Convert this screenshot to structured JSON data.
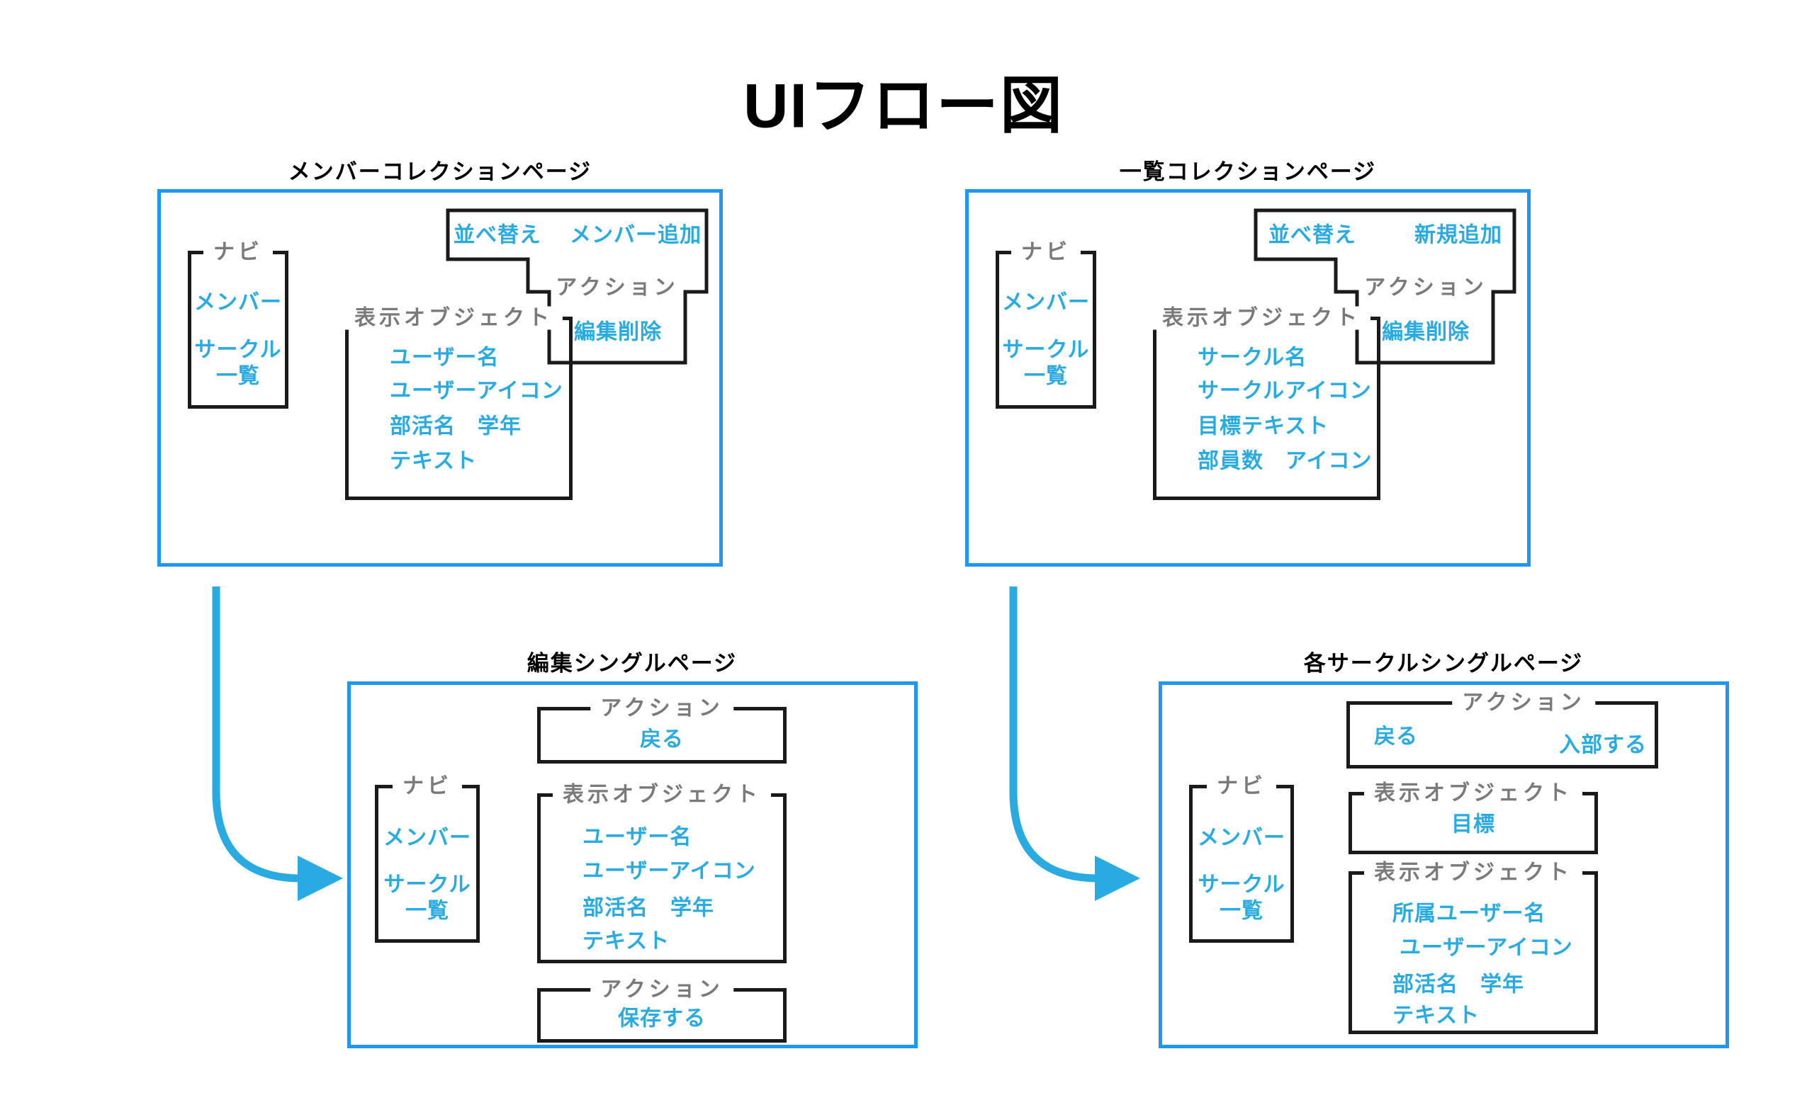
{
  "colors": {
    "panel_border": "#2196F3",
    "text_blue": "#29ABE2",
    "label_gray": "#7A7A7A",
    "line_black": "#1A1A1A"
  },
  "title": "UIフロー図",
  "panels": {
    "member_collection": {
      "caption": "メンバーコレクションページ",
      "nav": {
        "label": "ナビ",
        "items": [
          "メンバー",
          "サークル一覧"
        ]
      },
      "action": {
        "label": "アクション",
        "sort": "並べ替え",
        "add": "メンバー追加",
        "edit_delete": "編集削除"
      },
      "display": {
        "label": "表示オブジェクト",
        "items": [
          "ユーザー名",
          "ユーザーアイコン",
          "部活名　学年",
          "テキスト"
        ]
      }
    },
    "list_collection": {
      "caption": "一覧コレクションページ",
      "nav": {
        "label": "ナビ",
        "items": [
          "メンバー",
          "サークル一覧"
        ]
      },
      "action": {
        "label": "アクション",
        "sort": "並べ替え",
        "add": "新規追加",
        "edit_delete": "編集削除"
      },
      "display": {
        "label": "表示オブジェクト",
        "items": [
          "サークル名",
          "サークルアイコン",
          "目標テキスト",
          "部員数　アイコン"
        ]
      }
    },
    "edit_single": {
      "caption": "編集シングルページ",
      "nav": {
        "label": "ナビ",
        "items": [
          "メンバー",
          "サークル一覧"
        ]
      },
      "action_top": {
        "label": "アクション",
        "back": "戻る"
      },
      "display": {
        "label": "表示オブジェクト",
        "items": [
          "ユーザー名",
          "ユーザーアイコン",
          "部活名　学年",
          "テキスト"
        ]
      },
      "action_bottom": {
        "label": "アクション",
        "save": "保存する"
      }
    },
    "circle_single": {
      "caption": "各サークルシングルページ",
      "nav": {
        "label": "ナビ",
        "items": [
          "メンバー",
          "サークル一覧"
        ]
      },
      "action_top": {
        "label": "アクション",
        "back": "戻る",
        "join": "入部する"
      },
      "display_goal": {
        "label": "表示オブジェクト",
        "item": "目標"
      },
      "display_members": {
        "label": "表示オブジェクト",
        "items": [
          "所属ユーザー名",
          "ユーザーアイコン",
          "部活名　学年",
          "テキスト"
        ]
      }
    }
  }
}
